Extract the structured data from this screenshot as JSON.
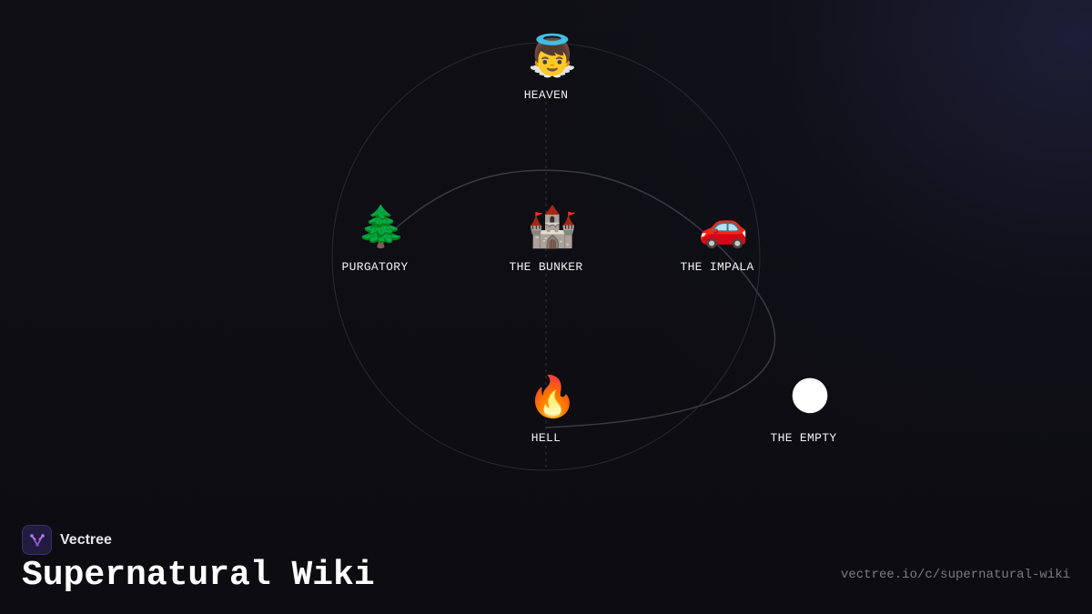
{
  "diagram": {
    "nodes": [
      {
        "id": "heaven",
        "label": "HEAVEN",
        "icon": "angel-icon",
        "glyph": "👼"
      },
      {
        "id": "purgatory",
        "label": "PURGATORY",
        "icon": "evergreen-tree-icon",
        "glyph": "🌲"
      },
      {
        "id": "bunker",
        "label": "THE BUNKER",
        "icon": "castle-icon",
        "glyph": "🏰"
      },
      {
        "id": "impala",
        "label": "THE IMPALA",
        "icon": "car-icon",
        "glyph": "🚗"
      },
      {
        "id": "hell",
        "label": "HELL",
        "icon": "fire-icon",
        "glyph": "🔥"
      },
      {
        "id": "empty",
        "label": "THE EMPTY",
        "icon": "new-moon-icon",
        "glyph": "🌑"
      }
    ],
    "colors": {
      "ring": "#2a2a33",
      "curve": "#3b3b44",
      "axis": "#33333c",
      "logo_accent": "#a25ce0"
    }
  },
  "brand": {
    "name": "Vectree"
  },
  "footer": {
    "title": "Supernatural Wiki",
    "url": "vectree.io/c/supernatural-wiki"
  }
}
